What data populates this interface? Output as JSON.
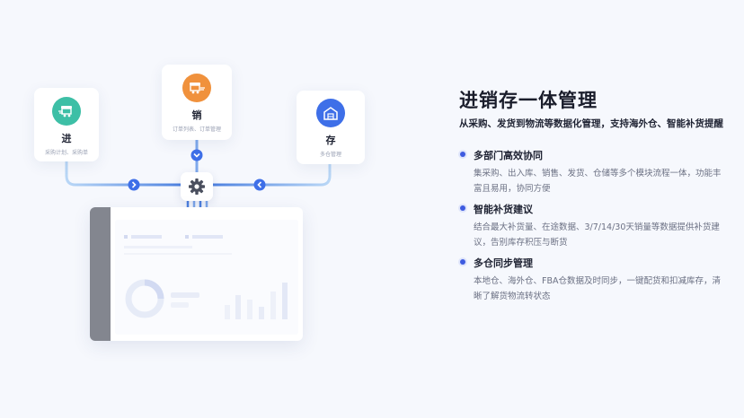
{
  "flow": {
    "in": {
      "title": "进",
      "subtitle": "采购计划、采购单",
      "icon": "shop-truck-icon",
      "color": "#3dbfa6"
    },
    "out": {
      "title": "销",
      "subtitle": "订单列表、订单管理",
      "icon": "shop-truck-icon",
      "color": "#f0913c"
    },
    "stock": {
      "title": "存",
      "subtitle": "多仓管理",
      "icon": "warehouse-icon",
      "color": "#3e6fe8"
    },
    "hub_icon": "gear-icon"
  },
  "title": "进销存一体管理",
  "subtitle": "从采购、发货到物流等数据化管理，支持海外仓、智能补货提醒",
  "features": [
    {
      "title": "多部门高效协同",
      "desc": "集采购、出入库、销售、发货、仓储等多个模块流程一体，功能丰富且易用，协同方便"
    },
    {
      "title": "智能补货建议",
      "desc": "结合最大补货量、在途数据、3/7/14/30天销量等数据提供补货建议，告别库存积压与断货"
    },
    {
      "title": "多仓同步管理",
      "desc": "本地仓、海外仓、FBA仓数据及时同步，一键配货和扣减库存，清晰了解货物流转状态"
    }
  ],
  "colors": {
    "accent": "#3e5be0",
    "line": "#9cc3f2"
  }
}
